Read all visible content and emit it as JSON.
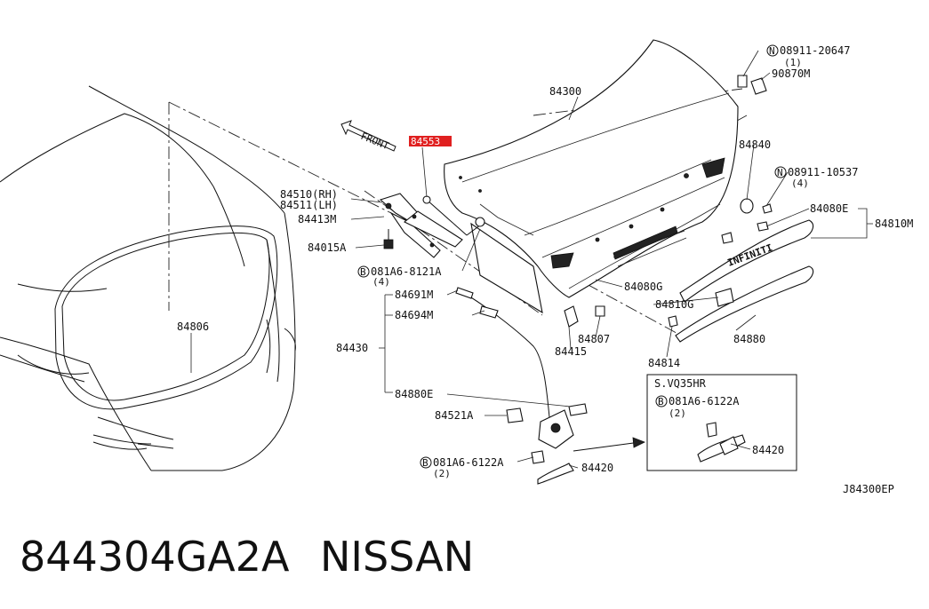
{
  "diagram": {
    "front_label": "FRONT",
    "highlighted_part": "84553",
    "highlight_color": "#e02020",
    "drawing_code": "J84300EP",
    "labels": {
      "p84300": "84300",
      "p08911_20647": "08911-20647",
      "p08911_20647_qty": "(1)",
      "p90870m": "90870M",
      "p84840": "84840",
      "p08911_10537": "08911-10537",
      "p08911_10537_qty": "(4)",
      "p84080e": "84080E",
      "p84810m": "84810M",
      "p84510": "84510(RH)",
      "p84511": "84511(LH)",
      "p84413m": "84413M",
      "p84015a": "84015A",
      "p081a6_8121a": "081A6-8121A",
      "p081a6_8121a_qty": "(4)",
      "p84691m": "84691M",
      "p84694m": "84694M",
      "p84430": "84430",
      "p84806": "84806",
      "p84080g": "84080G",
      "p84810g": "84810G",
      "p84807": "84807",
      "p84415": "84415",
      "p84880": "84880",
      "p84814": "84814",
      "p84880e": "84880E",
      "p84521a": "84521A",
      "p081a6_6122a": "081A6-6122A",
      "p081a6_6122a_qty": "(2)",
      "p84420": "84420",
      "box_title": "S.VQ35HR",
      "box_081a6_6122a": "081A6-6122A",
      "box_081a6_6122a_qty": "(2)",
      "box_84420": "84420"
    },
    "markers": {
      "n": "N",
      "b": "B"
    }
  },
  "footer": {
    "part_number": "844304GA2A",
    "brand": "NISSAN"
  }
}
